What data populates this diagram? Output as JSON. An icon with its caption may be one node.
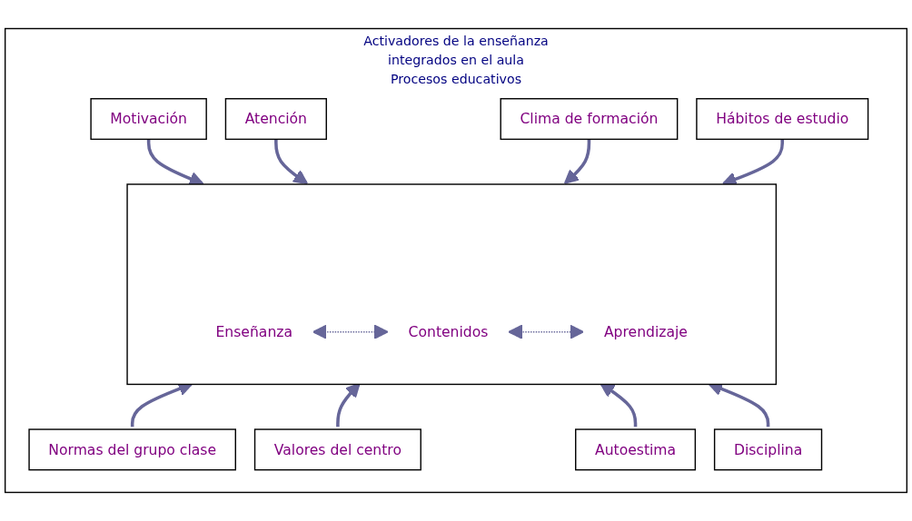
{
  "diagram": {
    "nodes": [
      {
        "text": [
          "Activadores de la enseñanza",
          "integrados en el aula",
          "Procesos educativos"
        ]
      },
      {
        "text": [
          "Motivación"
        ],
        "in": 0
      },
      {
        "text": [
          "Atención"
        ],
        "in": 0
      },
      {
        "text": [
          "Clima de formación"
        ],
        "in": 0
      },
      {
        "text": [
          "Hábitos de estudio"
        ],
        "in": 0
      },
      {
        "text": [],
        "shape": "box",
        "in": 0
      },
      {
        "text": [
          "Enseñanza"
        ],
        "in": 5
      },
      {
        "text": [
          "Contenidos"
        ],
        "in": 5
      },
      {
        "text": [
          "Aprendizaje"
        ],
        "in": 5
      },
      {
        "text": [
          "Normas del grupo clase"
        ],
        "in": 0
      },
      {
        "text": [
          "Valores del centro"
        ],
        "in": 0
      },
      {
        "text": [
          "Autoestima"
        ],
        "in": 0
      },
      {
        "text": [
          "Disciplina"
        ],
        "in": 0
      }
    ],
    "edges": [
      {
        "from": 1,
        "to": 5,
        "arrow": "to"
      },
      {
        "from": 2,
        "to": 5,
        "arrow": "to"
      },
      {
        "from": 3,
        "to": 5,
        "arrow": "to"
      },
      {
        "from": 4,
        "to": 5,
        "arrow": "to"
      },
      {
        "from": 6,
        "to": 7,
        "arrow": "both",
        "style": "dashed"
      },
      {
        "from": 7,
        "to": 8,
        "arrow": "both",
        "style": "dashed"
      },
      {
        "from": 9,
        "to": 5,
        "arrow": "to"
      },
      {
        "from": 10,
        "to": 5,
        "arrow": "to"
      },
      {
        "from": 11,
        "to": 5,
        "arrow": "to"
      },
      {
        "from": 12,
        "to": 5,
        "arrow": "to"
      }
    ]
  }
}
